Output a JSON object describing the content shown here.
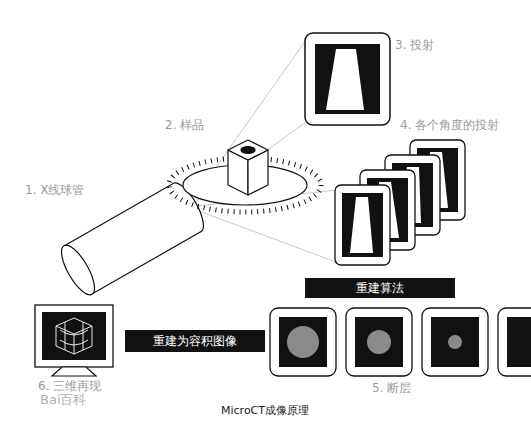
{
  "diagram": {
    "caption": "MicroCT成像原理",
    "nodes": [
      {
        "text": [
          "重建算法"
        ]
      },
      {
        "text": [
          "重建为容积图像"
        ]
      }
    ],
    "labels": [
      "1. X线球管",
      "2. 样品",
      "3. 投射",
      "4. 各个角度的投射",
      "5. 断层",
      "6. 三维再现",
      "Bai百科"
    ]
  }
}
